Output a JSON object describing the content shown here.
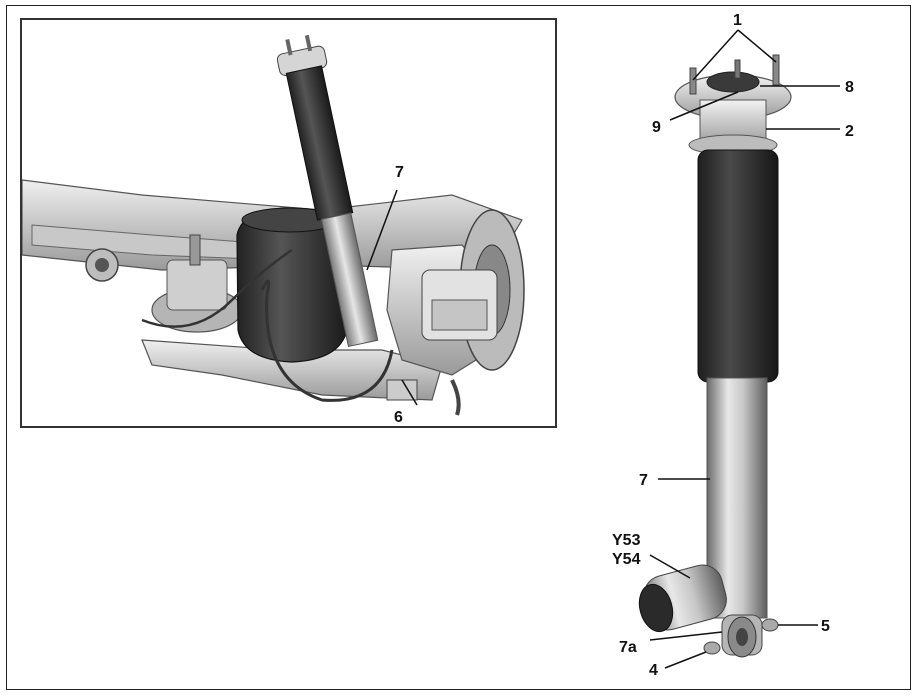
{
  "colors": {
    "rubber_bellows": "#3a3a3a",
    "metal_light": "#d9d9d9",
    "metal_mid": "#a8a8a8",
    "metal_dark": "#6e6e6e",
    "leader": "#111111"
  },
  "callouts": {
    "inset": {
      "damper": "7",
      "bracket": "6"
    },
    "strut": {
      "mount_bolts": "1",
      "upper_mount_nut": "8",
      "cap": "9",
      "top_mount": "2",
      "damper_tube": "7",
      "valve_y53": "Y53",
      "valve_y54": "Y54",
      "lower_eye": "7a",
      "bolt": "4",
      "nut": "5"
    }
  }
}
